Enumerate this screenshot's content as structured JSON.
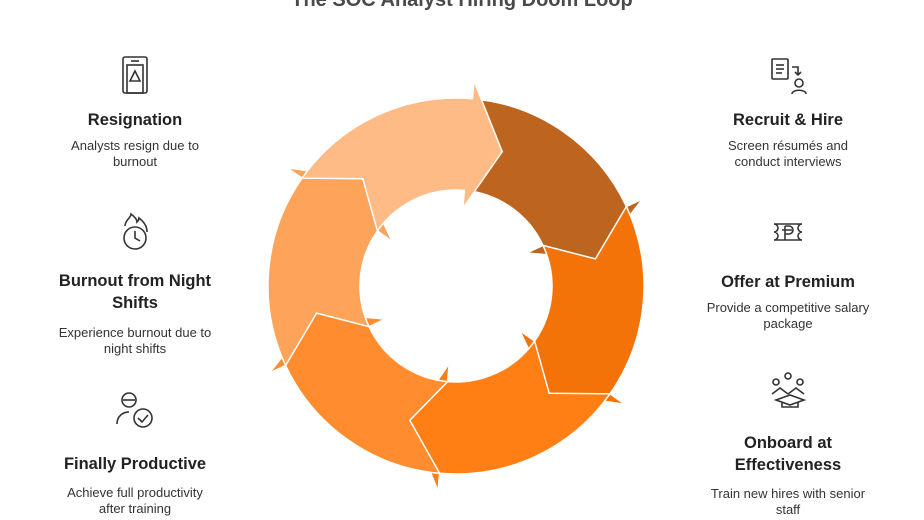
{
  "title": "The SOC Analyst Hiring Doom Loop",
  "steps": [
    {
      "title": "Recruit & Hire",
      "desc": "Screen résumés and conduct interviews",
      "icon": "resume-candidate-icon",
      "color": "#BD651E"
    },
    {
      "title": "Offer at Premium",
      "desc": "Provide a competitive salary package",
      "icon": "currency-ticket-icon",
      "color": "#F37308"
    },
    {
      "title": "Onboard at Effectiveness",
      "desc": "Train new hires with senior staff",
      "icon": "graduation-team-icon",
      "color": "#FF7F15"
    },
    {
      "title": "Finally Productive",
      "desc": "Achieve full productivity after training",
      "icon": "user-check-icon",
      "color": "#FF8C2E"
    },
    {
      "title": "Burnout from Night Shifts",
      "desc": "Experience burnout due to night shifts",
      "icon": "clock-fire-icon",
      "color": "#FDA35A"
    },
    {
      "title": "Resignation",
      "desc": "Analysts resign due to burnout",
      "icon": "exit-door-icon",
      "color": "#FFBB85"
    }
  ]
}
